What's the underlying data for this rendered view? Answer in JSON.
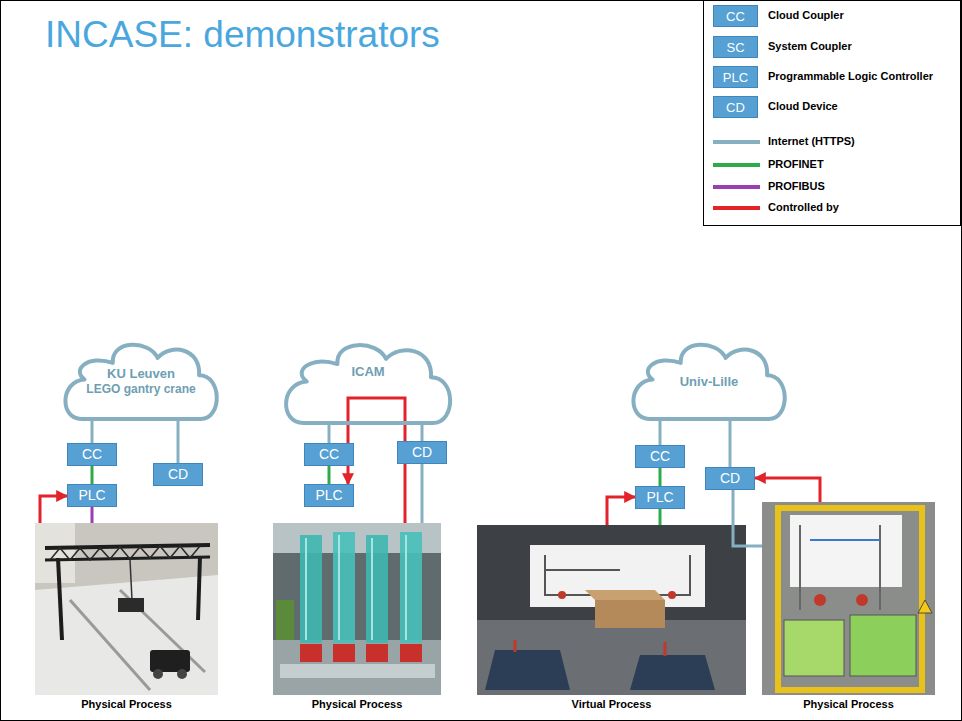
{
  "diagram": {
    "title": "INCASE: demonstrators",
    "nodes": [
      {
        "text": [
          "KU Leuven",
          "LEGO gantry crane"
        ]
      },
      {
        "text": [
          "CC"
        ]
      },
      {
        "text": [
          "PLC"
        ]
      },
      {
        "text": [
          "CD"
        ]
      },
      {
        "text": [
          "Physical Process"
        ]
      },
      {
        "text": [
          "ICAM"
        ]
      },
      {
        "text": [
          "CC"
        ]
      },
      {
        "text": [
          "PLC"
        ]
      },
      {
        "text": [
          "CD"
        ]
      },
      {
        "text": [
          "Physical Process"
        ]
      },
      {
        "text": [
          "Univ-Lille"
        ]
      },
      {
        "text": [
          "CC"
        ]
      },
      {
        "text": [
          "PLC"
        ]
      },
      {
        "text": [
          "CD"
        ]
      },
      {
        "text": [
          "Virtual Process"
        ]
      },
      {
        "text": [
          "Physical Process"
        ]
      }
    ],
    "edges": [
      {
        "from": 0,
        "to": 1,
        "arrow": "none"
      },
      {
        "from": 1,
        "to": 2,
        "arrow": "none"
      },
      {
        "from": 2,
        "to": 4,
        "arrow": "none"
      },
      {
        "from": 4,
        "to": 2,
        "arrow": "to"
      },
      {
        "from": 0,
        "to": 3,
        "arrow": "none"
      },
      {
        "from": 5,
        "to": 6,
        "arrow": "none"
      },
      {
        "from": 6,
        "to": 7,
        "arrow": "none"
      },
      {
        "from": 5,
        "to": 8,
        "arrow": "none"
      },
      {
        "from": 8,
        "to": 9,
        "arrow": "none"
      },
      {
        "from": 9,
        "to": 7,
        "arrow": "to"
      },
      {
        "from": 10,
        "to": 11,
        "arrow": "none"
      },
      {
        "from": 11,
        "to": 12,
        "arrow": "none"
      },
      {
        "from": 12,
        "to": 14,
        "arrow": "none"
      },
      {
        "from": 14,
        "to": 12,
        "arrow": "to"
      },
      {
        "from": 10,
        "to": 13,
        "arrow": "none"
      },
      {
        "from": 13,
        "to": 15,
        "arrow": "none"
      },
      {
        "from": 15,
        "to": 13,
        "arrow": "to"
      }
    ],
    "labels": [
      "CC",
      "SC",
      "PLC",
      "CD"
    ],
    "legend": [
      {
        "text": "Cloud Coupler",
        "color": "#56a0d3"
      },
      {
        "text": "System Coupler",
        "color": "#56a0d3"
      },
      {
        "text": "Programmable Logic Controller",
        "color": "#56a0d3"
      },
      {
        "text": "Cloud Device",
        "color": "#56a0d3"
      },
      {
        "text": "Internet (HTTPS)"
      },
      {
        "text": "PROFINET"
      },
      {
        "text": "PROFIBUS"
      },
      {
        "text": "Controlled by"
      }
    ]
  }
}
